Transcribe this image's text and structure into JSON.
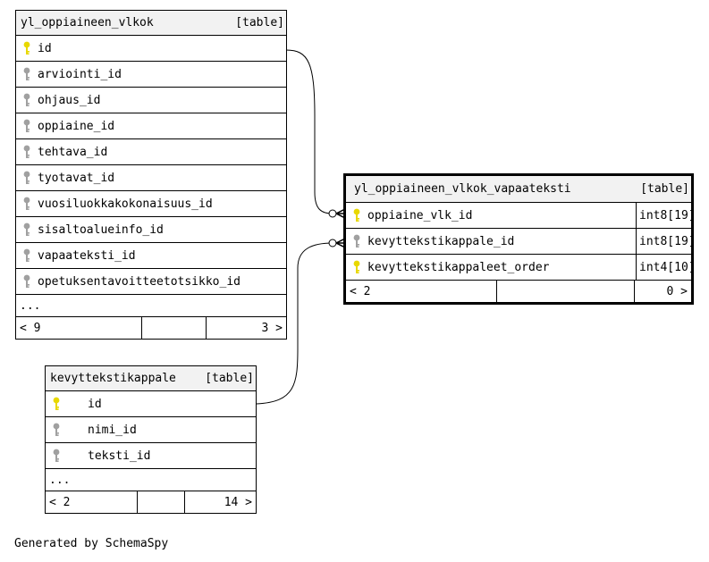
{
  "tables": {
    "t1": {
      "name": "yl_oppiaineen_vlkok",
      "kind": "[table]",
      "columns": [
        {
          "name": "id",
          "key": "primary"
        },
        {
          "name": "arviointi_id",
          "key": "foreign"
        },
        {
          "name": "ohjaus_id",
          "key": "foreign"
        },
        {
          "name": "oppiaine_id",
          "key": "foreign"
        },
        {
          "name": "tehtava_id",
          "key": "foreign"
        },
        {
          "name": "tyotavat_id",
          "key": "foreign"
        },
        {
          "name": "vuosiluokkakokonaisuus_id",
          "key": "foreign"
        },
        {
          "name": "sisaltoalueinfo_id",
          "key": "foreign"
        },
        {
          "name": "vapaateksti_id",
          "key": "foreign"
        },
        {
          "name": "opetuksentavoitteetotsikko_id",
          "key": "foreign"
        }
      ],
      "ellipsis": "...",
      "footer": {
        "parents": "< 9",
        "middle": "",
        "children": "3 >"
      }
    },
    "t2": {
      "name": "yl_oppiaineen_vlkok_vapaateksti",
      "kind": "[table]",
      "columns": [
        {
          "name": "oppiaine_vlk_id",
          "type": "int8[19]",
          "key": "primary"
        },
        {
          "name": "kevyttekstikappale_id",
          "type": "int8[19]",
          "key": "foreign"
        },
        {
          "name": "kevyttekstikappaleet_order",
          "type": "int4[10]",
          "key": "primary"
        }
      ],
      "footer": {
        "parents": "< 2",
        "middle": "",
        "children": "0 >"
      }
    },
    "t3": {
      "name": "kevyttekstikappale",
      "kind": "[table]",
      "columns": [
        {
          "name": "id",
          "key": "primary"
        },
        {
          "name": "nimi_id",
          "key": "foreign"
        },
        {
          "name": "teksti_id",
          "key": "foreign"
        }
      ],
      "ellipsis": "...",
      "footer": {
        "parents": "< 2",
        "middle": "",
        "children": "14 >"
      }
    }
  },
  "colors": {
    "primary_key": "#e8d800",
    "foreign_key": "#a0a0a0",
    "header_bg": "#f2f2f2"
  },
  "credit": "Generated by SchemaSpy"
}
